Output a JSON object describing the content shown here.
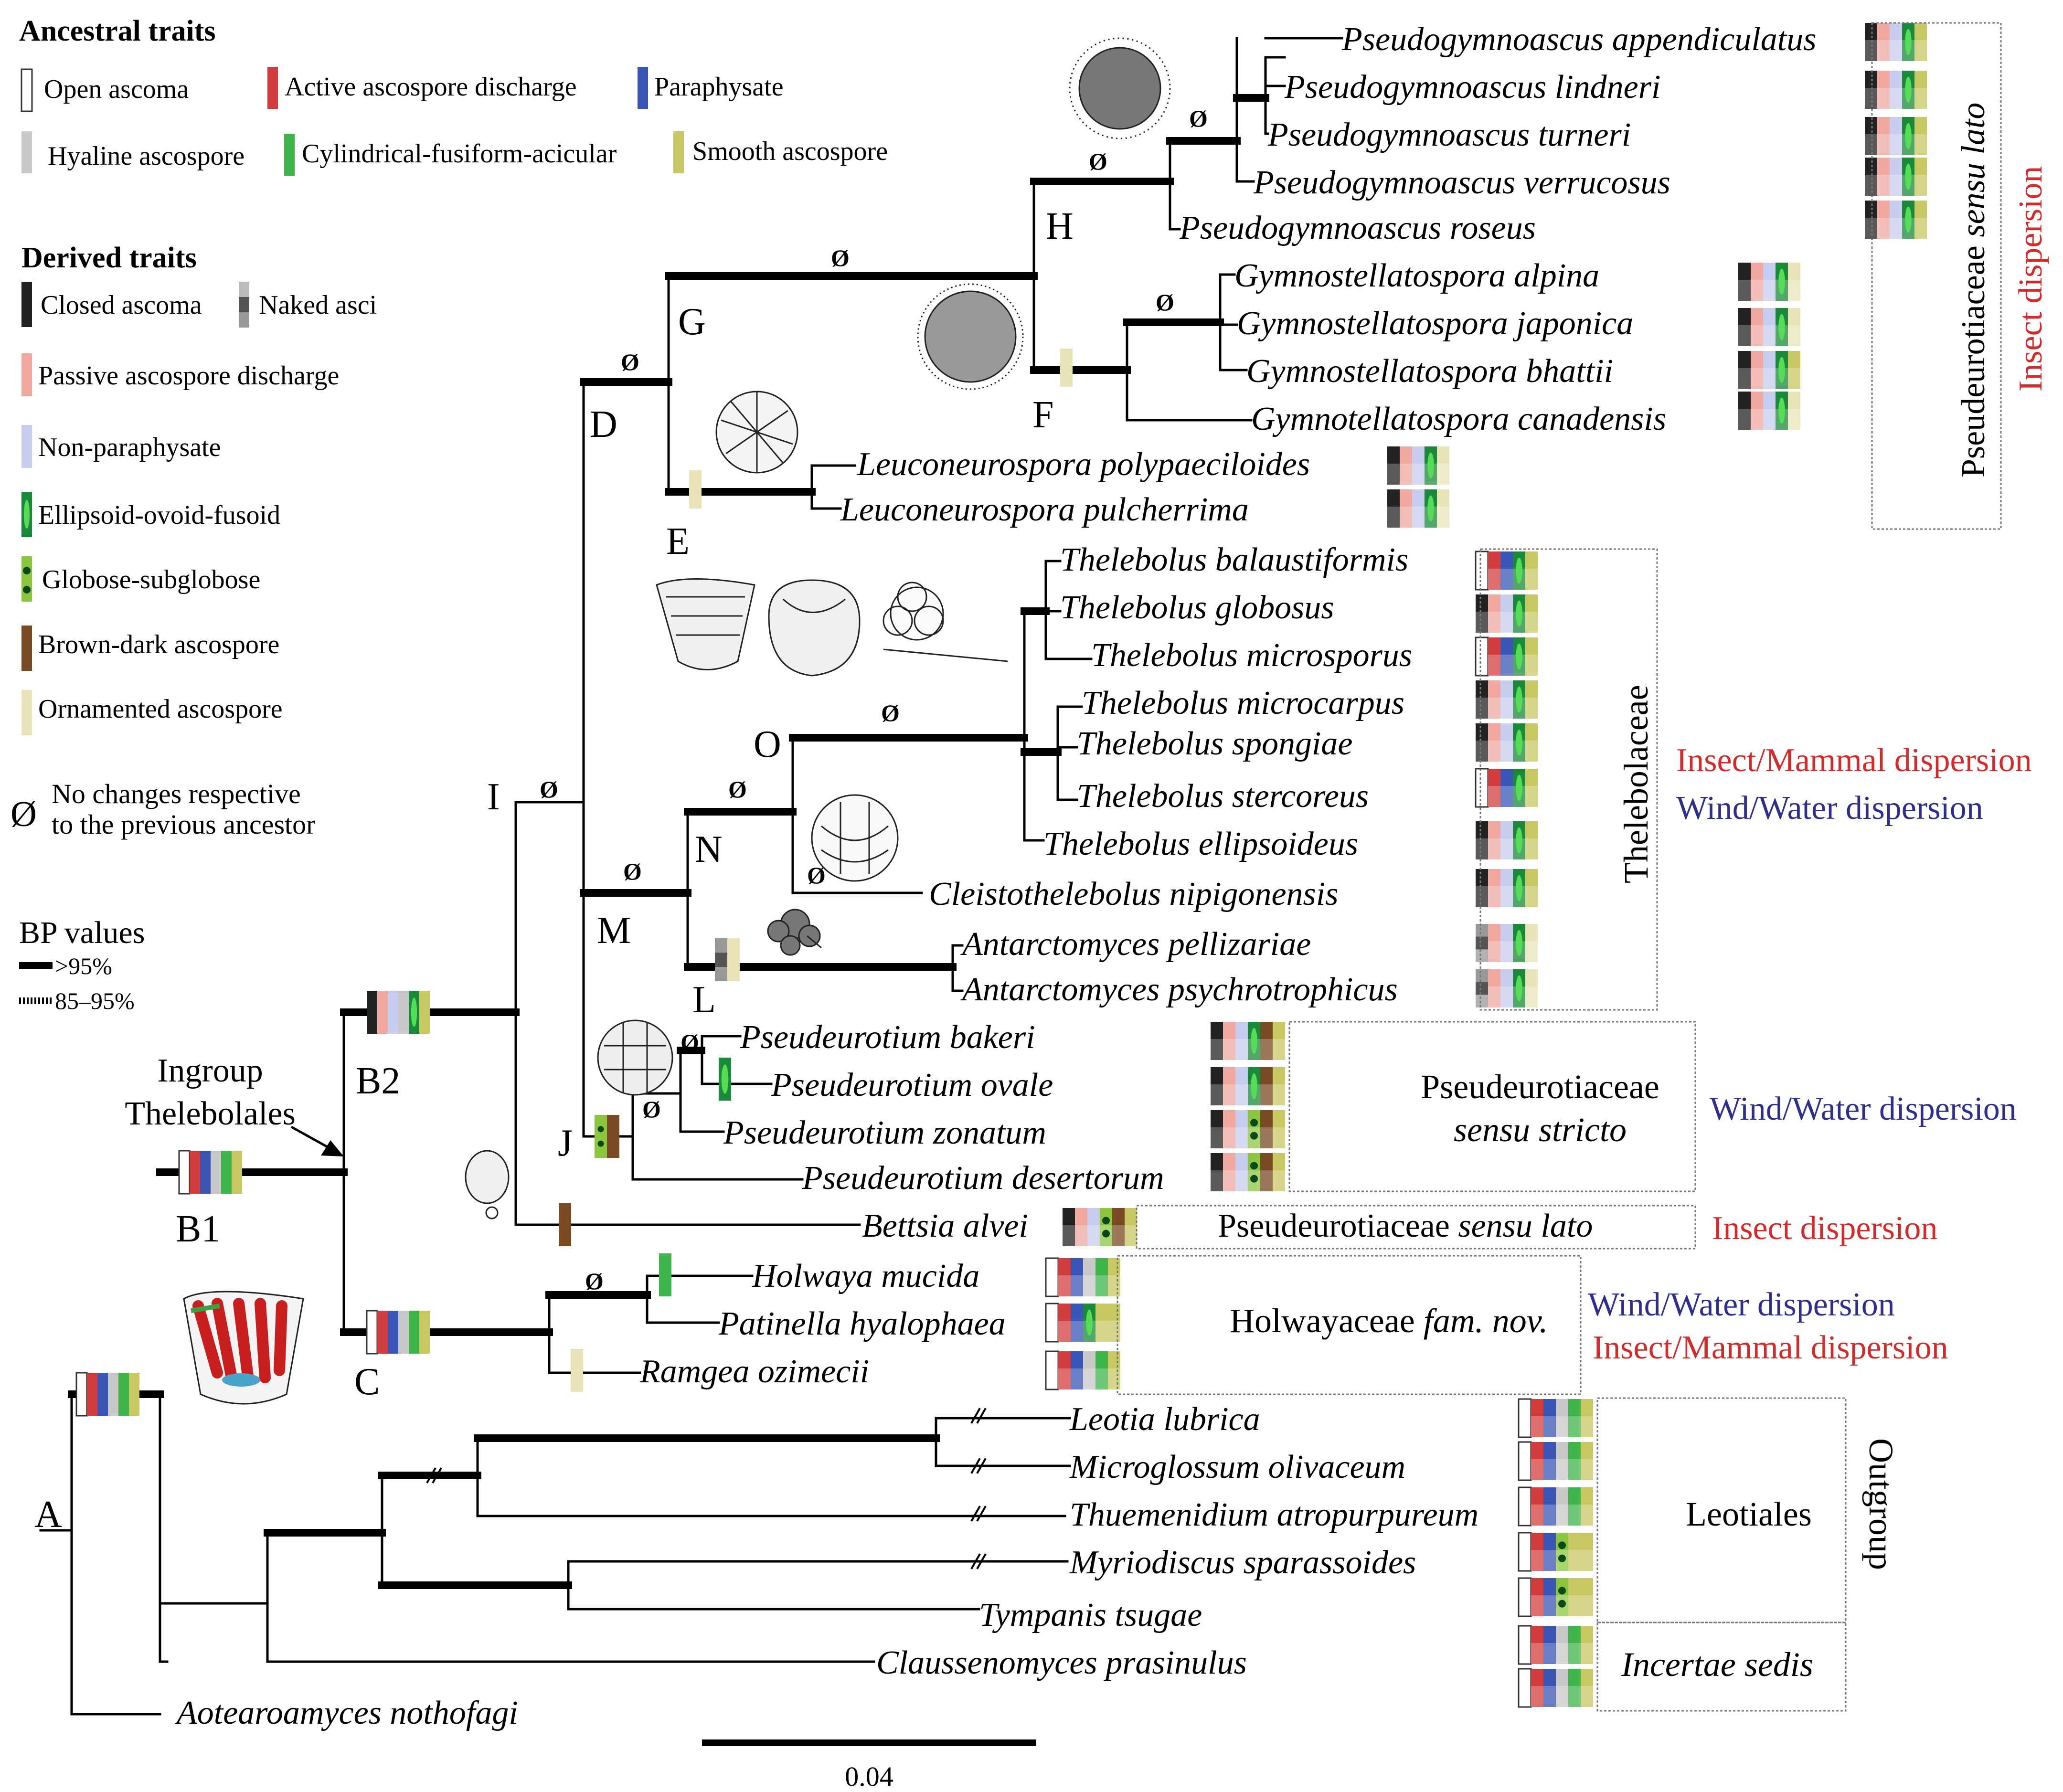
{
  "legend": {
    "ancestral_title": "Ancestral traits",
    "ancestral": [
      {
        "label": "Open ascoma",
        "color": "#ffffff"
      },
      {
        "label": "Active ascospore discharge",
        "color": "#d33c3c"
      },
      {
        "label": "Paraphysate",
        "color": "#3a55b4"
      },
      {
        "label": "Hyaline ascospore",
        "color": "#c8c8c8"
      },
      {
        "label": "Cylindrical-fusiform-acicular",
        "color": "#3db54a"
      },
      {
        "label": "Smooth ascospore",
        "color": "#c8c864"
      }
    ],
    "derived_title": "Derived traits",
    "derived": [
      {
        "label": "Closed ascoma",
        "color": "#222222"
      },
      {
        "label": "Naked asci",
        "color": "#888888"
      },
      {
        "label": "Passive ascospore discharge",
        "color": "#f0a8a0"
      },
      {
        "label": "Non-paraphysate",
        "color": "#c8ccee"
      },
      {
        "label": "Ellipsoid-ovoid-fusoid",
        "color": "#1a8a3a"
      },
      {
        "label": "Globose-subglobose",
        "color": "#8cc63f"
      },
      {
        "label": "Brown-dark ascospore",
        "color": "#7a4a24"
      },
      {
        "label": "Ornamented ascospore",
        "color": "#e8e4b8"
      }
    ],
    "no_change": [
      "No changes respective",
      "to the previous ancestor"
    ],
    "no_change_symbol": "Ø",
    "bp_title": "BP values",
    "bp_items": [
      ">95%",
      "85–95%"
    ]
  },
  "scale_bar": {
    "label": "0.04"
  },
  "ingroup_label": [
    "Ingroup",
    "Thelebolales"
  ],
  "nodes": [
    "A",
    "B1",
    "B2",
    "C",
    "D",
    "E",
    "F",
    "G",
    "H",
    "I",
    "J",
    "L",
    "M",
    "N",
    "O"
  ],
  "taxa": [
    "Pseudogymnoascus appendiculatus",
    "Pseudogymnoascus lindneri",
    "Pseudogymnoascus turneri",
    "Pseudogymnoascus verrucosus",
    "Pseudogymnoascus roseus",
    "Gymnostellatospora alpina",
    "Gymnostellatospora japonica",
    "Gymnostellatospora bhattii",
    "Gymnotellatospora canadensis",
    "Leuconeurospora polypaeciloides",
    "Leuconeurospora pulcherrima",
    "Thelebolus balaustiformis",
    "Thelebolus globosus",
    "Thelebolus microsporus",
    "Thelebolus microcarpus",
    "Thelebolus spongiae",
    "Thelebolus stercoreus",
    "Thelebolus ellipsoideus",
    "Cleistothelebolus nipigonensis",
    "Antarctomyces pellizariae",
    "Antarctomyces psychrotrophicus",
    "Pseudeurotium bakeri",
    "Pseudeurotium ovale",
    "Pseudeurotium zonatum",
    "Pseudeurotium desertorum",
    "Bettsia alvei",
    "Holwaya mucida",
    "Patinella hyalophaea",
    "Ramgea ozimecii",
    "Leotia lubrica",
    "Microglossum olivaceum",
    "Thuemenidium atropurpureum",
    "Myriodiscus sparassoides",
    "Tympanis tsugae",
    "Claussenomyces prasinulus",
    "Aotearoamyces nothofagi"
  ],
  "groups": {
    "pseudeurotiaceae_sl": [
      "Pseudeurotiaceae ",
      "sensu lato"
    ],
    "thelebolaceae": "Thelebolaceae",
    "pseudeurotiaceae_ss": [
      "Pseudeurotiaceae",
      "sensu stricto"
    ],
    "bettsia_box": [
      "Pseudeurotiaceae ",
      "sensu lato"
    ],
    "holwayaceae": [
      "Holwayaceae ",
      "fam. nov."
    ],
    "leotiales": "Leotiales",
    "incertae": "Incertae sedis",
    "outgroup": "Outgroup"
  },
  "dispersal": {
    "insect": "Insect dispersion",
    "insect_mammal": "Insect/Mammal dispersion",
    "wind_water": "Wind/Water dispersion"
  },
  "colors": {
    "branch": "#000000",
    "red_text": "#d42a2a",
    "blue_text": "#2e2e8c",
    "box_border": "#666666"
  }
}
